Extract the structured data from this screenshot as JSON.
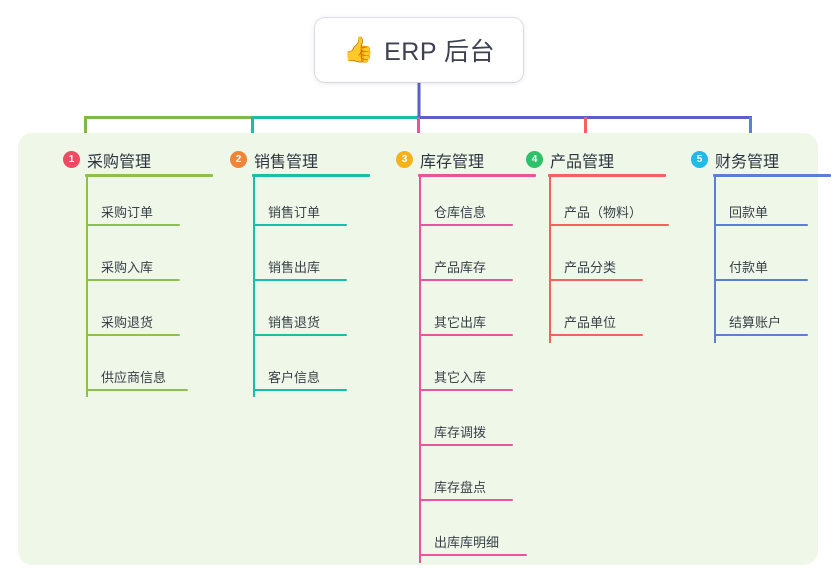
{
  "root": {
    "emoji": "👍",
    "emoji_name": "thumbs-up-icon",
    "title": "ERP 后台"
  },
  "colors": {
    "panel_background": "#eef7e8",
    "page_background": "#ffffff",
    "title_text": "#3c4250",
    "stem": "#5b5fc7",
    "bar_green": "#81b84a",
    "bar_teal": "#16bfa6",
    "bar_indigo": "#5b5fc7"
  },
  "columns": [
    {
      "index": "1",
      "title": "采购管理",
      "badge_color": "#ee4a61",
      "line_color": "#8cc152",
      "drop_color": "#81b84a",
      "items": [
        {
          "label": "采购订单"
        },
        {
          "label": "采购入库"
        },
        {
          "label": "采购退货"
        },
        {
          "label": "供应商信息"
        }
      ]
    },
    {
      "index": "2",
      "title": "销售管理",
      "badge_color": "#f08437",
      "line_color": "#16bfa6",
      "drop_color": "#16bfa6",
      "items": [
        {
          "label": "销售订单"
        },
        {
          "label": "销售出库"
        },
        {
          "label": "销售退货"
        },
        {
          "label": "客户信息"
        }
      ]
    },
    {
      "index": "3",
      "title": "库存管理",
      "badge_color": "#f5b21c",
      "line_color": "#e8559c",
      "drop_color": "#e8559c",
      "items": [
        {
          "label": "仓库信息"
        },
        {
          "label": "产品库存"
        },
        {
          "label": "其它出库"
        },
        {
          "label": "其它入库"
        },
        {
          "label": "库存调拨"
        },
        {
          "label": "库存盘点"
        },
        {
          "label": "出库库明细"
        }
      ]
    },
    {
      "index": "4",
      "title": "产品管理",
      "badge_color": "#2ec16a",
      "line_color": "#f4615f",
      "drop_color": "#f4615f",
      "items": [
        {
          "label": "产品（物料）"
        },
        {
          "label": "产品分类"
        },
        {
          "label": "产品单位"
        }
      ]
    },
    {
      "index": "5",
      "title": "财务管理",
      "badge_color": "#22b8e8",
      "line_color": "#5b7fd4",
      "drop_color": "#5b7fd4",
      "items": [
        {
          "label": "回款单"
        },
        {
          "label": "付款单"
        },
        {
          "label": "结算账户"
        }
      ]
    }
  ]
}
